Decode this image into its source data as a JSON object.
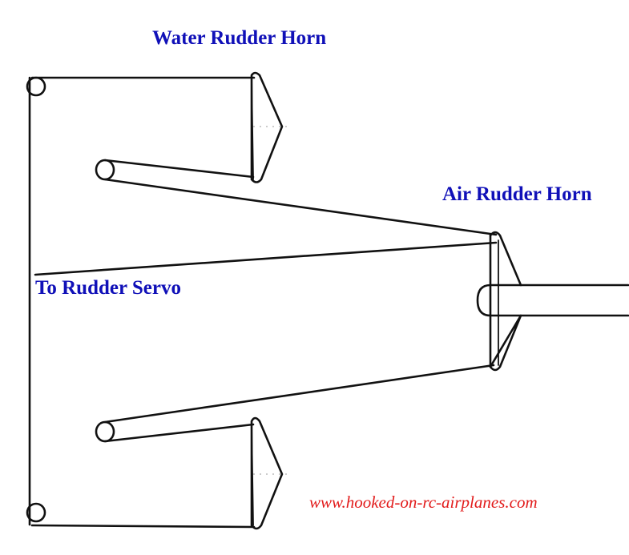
{
  "labels": {
    "water_rudder_horn": "Water Rudder Horn",
    "air_rudder_horn": "Air Rudder Horn",
    "to_rudder_servo": "To Rudder Servo",
    "website": "www.hooked-on-rc-airplanes.com"
  },
  "colors": {
    "label_blue": "#1010b8",
    "website_red": "#e21b1b",
    "line": "#111111",
    "background": "#ffffff"
  }
}
